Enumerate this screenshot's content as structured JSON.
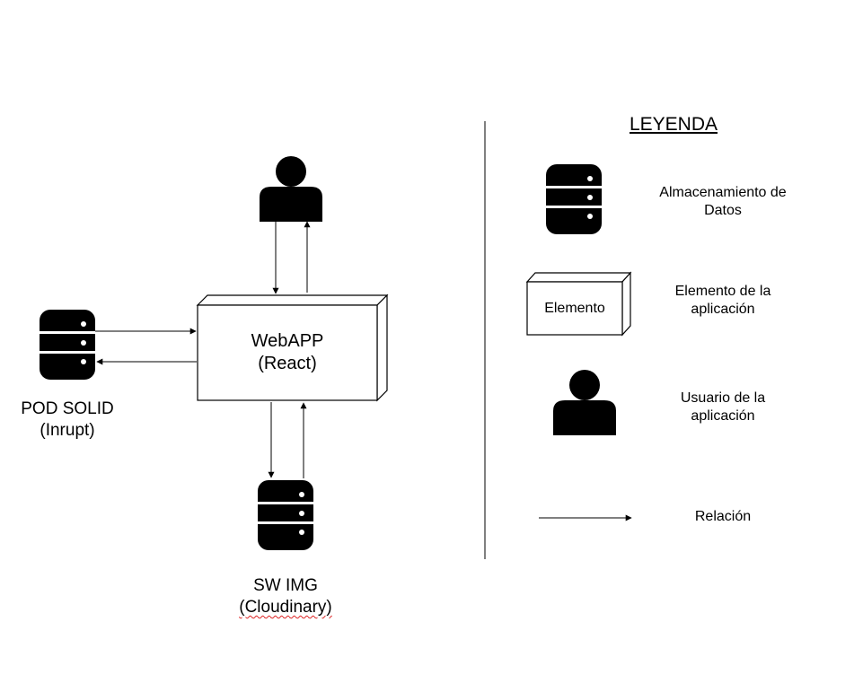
{
  "nodes": {
    "user": {
      "icon": "user-icon"
    },
    "webapp": {
      "label_line1": "WebAPP",
      "label_line2": "(React)"
    },
    "pod": {
      "label_line1": "POD SOLID",
      "label_line2": "(Inrupt)",
      "icon": "database-icon"
    },
    "swimg": {
      "label_line1": "SW IMG",
      "label_line2": "(Cloudinary)",
      "icon": "database-icon"
    }
  },
  "legend": {
    "title": "LEYENDA",
    "items": [
      {
        "icon": "database-icon",
        "text_line1": "Almacenamiento de",
        "text_line2": "Datos"
      },
      {
        "icon": "box-icon",
        "box_label": "Elemento",
        "text_line1": "Elemento de la",
        "text_line2": "aplicación"
      },
      {
        "icon": "user-icon",
        "text_line1": "Usuario de la",
        "text_line2": "aplicación"
      },
      {
        "icon": "arrow-icon",
        "text_line1": "Relación"
      }
    ]
  },
  "colors": {
    "ink": "#000000",
    "background": "#ffffff",
    "spellcheck": "#dd2222"
  }
}
